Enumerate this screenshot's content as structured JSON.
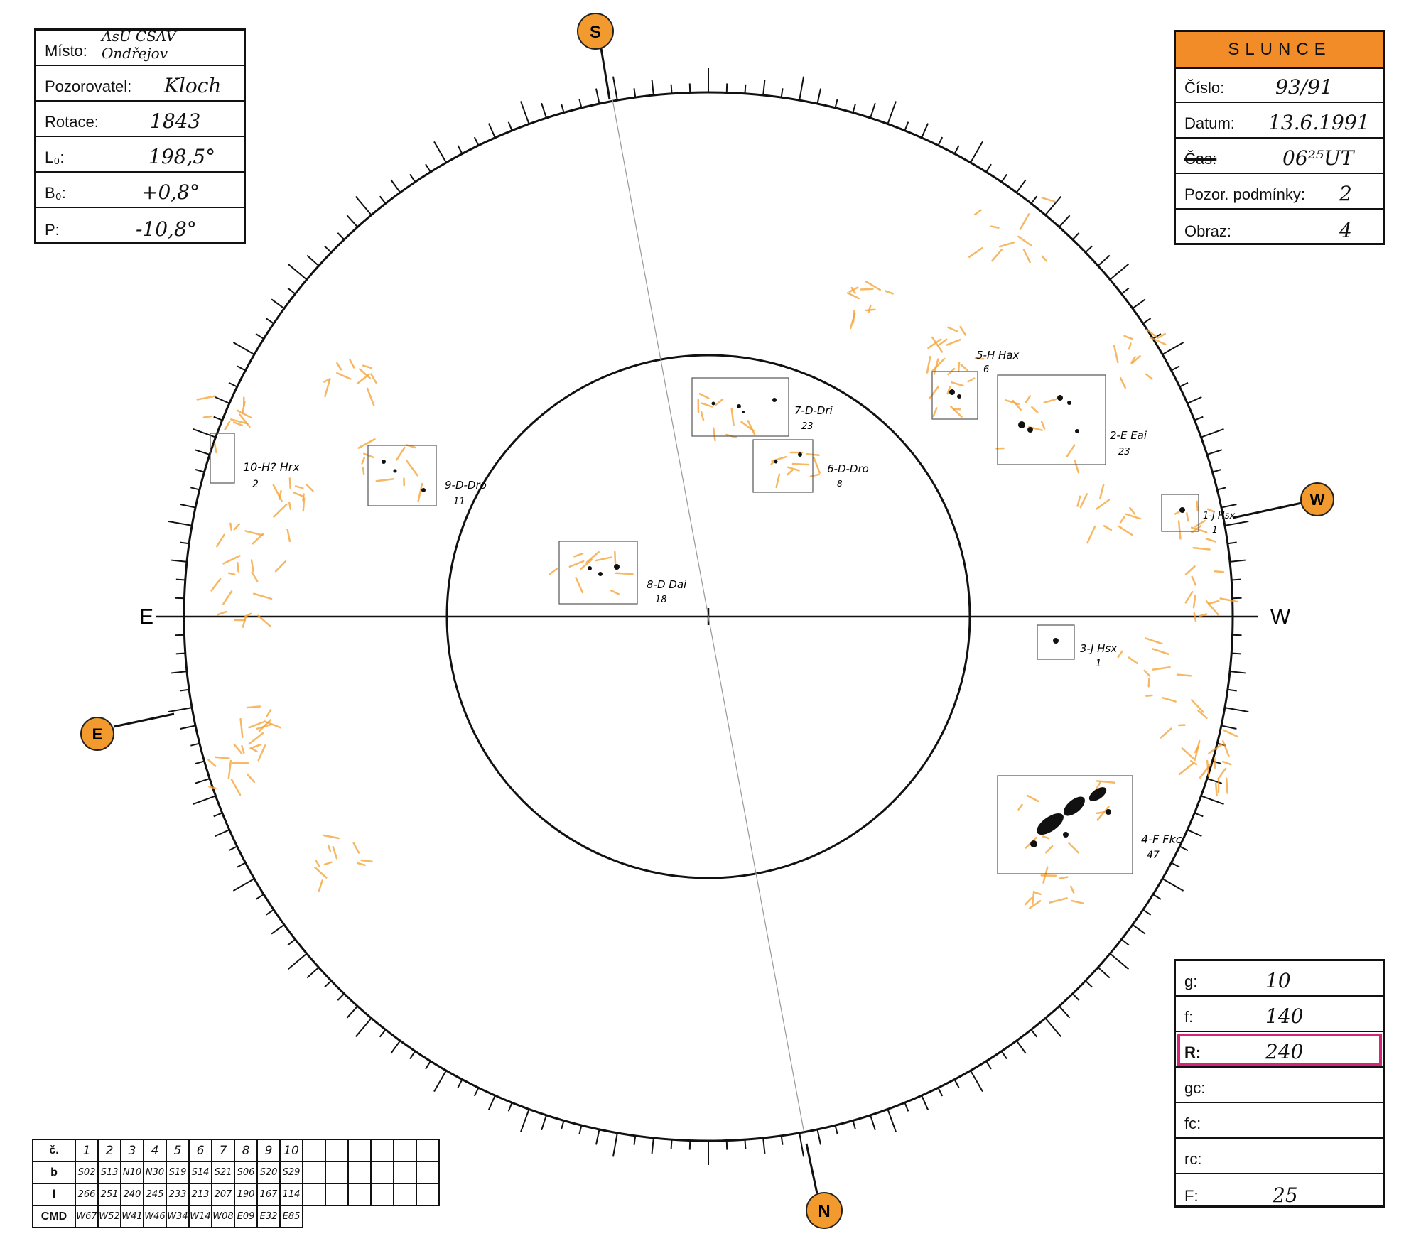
{
  "info_left": {
    "misto_label": "Místo:",
    "misto_value": "AsÚ ČSAV Ondřejov",
    "pozorovatel_label": "Pozorovatel:",
    "pozorovatel_value": "Kloch",
    "rotace_label": "Rotace:",
    "rotace_value": "1843",
    "l0_label": "L₀:",
    "l0_value": "198,5°",
    "b0_label": "B₀:",
    "b0_value": "+0,8°",
    "p_label": "P:",
    "p_value": "-10,8°"
  },
  "info_right": {
    "title": "SLUNCE",
    "title_color": "#f28c28",
    "cislo_label": "Číslo:",
    "cislo_value": "93/91",
    "datum_label": "Datum:",
    "datum_value": "13.6.1991",
    "cas_label": "Čas:",
    "cas_value": "06²⁵UT",
    "podminky_label": "Pozor. podmínky:",
    "podminky_value": "2",
    "obraz_label": "Obraz:",
    "obraz_value": "4"
  },
  "stats": {
    "g_label": "g:",
    "g_value": "10",
    "f_label": "f:",
    "f_value": "140",
    "r_label": "R:",
    "r_value": "240",
    "r_highlight_color": "#d6247a",
    "gc_label": "gc:",
    "gc_value": "",
    "fc_label": "fc:",
    "fc_value": "",
    "rc_label": "rc:",
    "rc_value": "",
    "F_label": "F:",
    "F_value": "25"
  },
  "compass": {
    "top": "S",
    "bottom": "N",
    "right_circle": "W",
    "left_circle": "E",
    "axis_left": "E",
    "axis_right": "W",
    "marker_color": "#f39a2e"
  },
  "groups": [
    {
      "label": "10-H? Hrx",
      "count": "2"
    },
    {
      "label": "9-D-Dro",
      "count": "11"
    },
    {
      "label": "7-D-Dri",
      "count": "23"
    },
    {
      "label": "6-D-Dro",
      "count": "8"
    },
    {
      "label": "5-H Hax",
      "count": "6"
    },
    {
      "label": "2-E Eai",
      "count": "23"
    },
    {
      "label": "1-J Hsx",
      "count": "1"
    },
    {
      "label": "8-D Dai",
      "count": "18"
    },
    {
      "label": "3-J Hsx",
      "count": "1"
    },
    {
      "label": "4-F Fkc",
      "count": "47"
    }
  ],
  "cmd_table": {
    "row_labels": [
      "č.",
      "b",
      "l",
      "CMD"
    ],
    "numbers": [
      "1",
      "2",
      "3",
      "4",
      "5",
      "6",
      "7",
      "8",
      "9",
      "10"
    ],
    "b": [
      "S02",
      "S13",
      "N10",
      "N30",
      "S19",
      "S14",
      "S21",
      "S06",
      "S20",
      "S29"
    ],
    "l": [
      "266",
      "251",
      "240",
      "245",
      "233",
      "213",
      "207",
      "190",
      "167",
      "114"
    ],
    "cmd": [
      "W67",
      "W52",
      "W41",
      "W46",
      "W34",
      "W14",
      "W08",
      "E09",
      "E32",
      "E85"
    ]
  }
}
